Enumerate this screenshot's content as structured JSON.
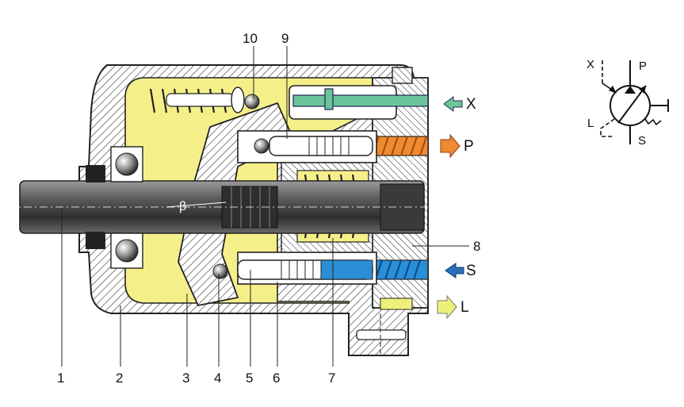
{
  "part_numbers": {
    "n1": "1",
    "n2": "2",
    "n3": "3",
    "n4": "4",
    "n5": "5",
    "n6": "6",
    "n7": "7",
    "n8": "8",
    "n9": "9",
    "n10": "10"
  },
  "ports": {
    "x": "X",
    "p": "P",
    "s": "S",
    "l": "L"
  },
  "angle_label": "β",
  "symbol": {
    "x": "X",
    "p": "P",
    "l": "L",
    "s": "S"
  },
  "colors": {
    "housing_fill": "#f5ef8a",
    "pressure_orange": "#f08a30",
    "suction_blue": "#2a8fd6",
    "control_green": "#6cc49a",
    "leak_yellow": "#eef07a",
    "steel": "#4a4a4a"
  }
}
